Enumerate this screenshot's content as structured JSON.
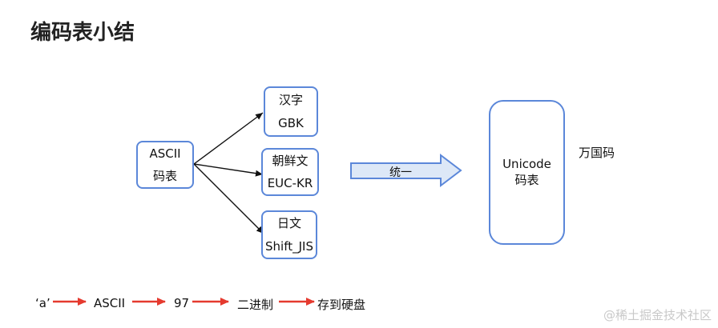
{
  "title": "编码表小结",
  "ascii_box": {
    "line1": "ASCII",
    "line2": "码表"
  },
  "targets": [
    {
      "line1": "汉字",
      "line2": "GBK"
    },
    {
      "line1": "朝鲜文",
      "line2": "EUC-KR"
    },
    {
      "line1": "日文",
      "line2": "Shift_JIS"
    }
  ],
  "unify_label": "统一",
  "unicode_box": {
    "line1": "Unicode",
    "line2": "码表"
  },
  "unicode_note": "万国码",
  "flow": [
    "‘a’",
    "ASCII",
    "97",
    "二进制",
    "存到硬盘"
  ],
  "watermark": "@稀土掘金技术社区",
  "colors": {
    "box_border": "#5b87d9",
    "flow_arrow": "#e53a2f",
    "unify_arrow_fill": "#dde8f7",
    "unify_arrow_stroke": "#5b87d9"
  }
}
